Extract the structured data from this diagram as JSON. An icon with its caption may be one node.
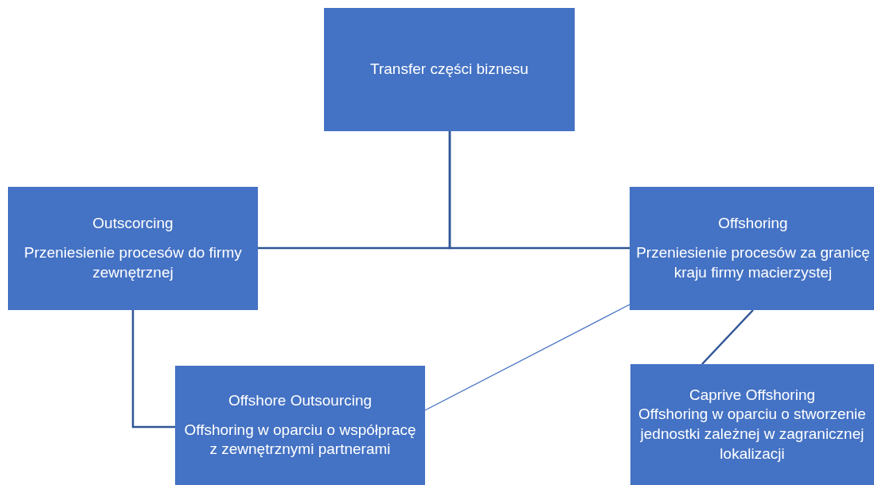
{
  "diagram": {
    "nodes": [
      {
        "text": [
          "Transfer części biznesu"
        ]
      },
      {
        "text": [
          "Outscorcing",
          "Przeniesienie procesów do firmy zewnętrznej"
        ]
      },
      {
        "text": [
          "Offshoring",
          "Przeniesienie procesów za granicę kraju firmy macierzystej"
        ]
      },
      {
        "text": [
          "Offshore Outsourcing",
          "Offshoring w oparciu o współpracę z zewnętrznymi partnerami"
        ]
      },
      {
        "text": [
          "Caprive Offshoring",
          "Offshoring w oparciu o stworzenie jednostki zależnej w zagranicznej lokalizacji"
        ]
      }
    ],
    "edges": [
      {
        "from": 0,
        "to": 1,
        "arrow": "none"
      },
      {
        "from": 0,
        "to": 2,
        "arrow": "none"
      },
      {
        "from": 1,
        "to": 3,
        "arrow": "none"
      },
      {
        "from": 2,
        "to": 3,
        "arrow": "none",
        "color": "#4472c4"
      },
      {
        "from": 2,
        "to": 4,
        "arrow": "none"
      }
    ]
  }
}
